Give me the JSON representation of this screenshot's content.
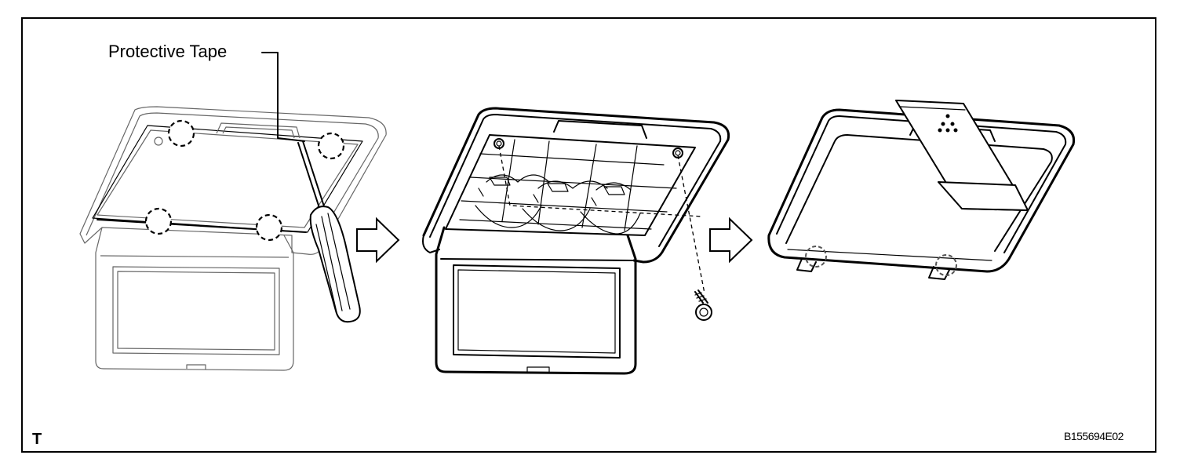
{
  "labels": {
    "protective_tape": "Protective Tape",
    "corner_mark": "T",
    "figure_code": "B155694E02"
  },
  "icons": [
    "screwdriver-icon",
    "screw-icon",
    "right-arrow-icon"
  ]
}
